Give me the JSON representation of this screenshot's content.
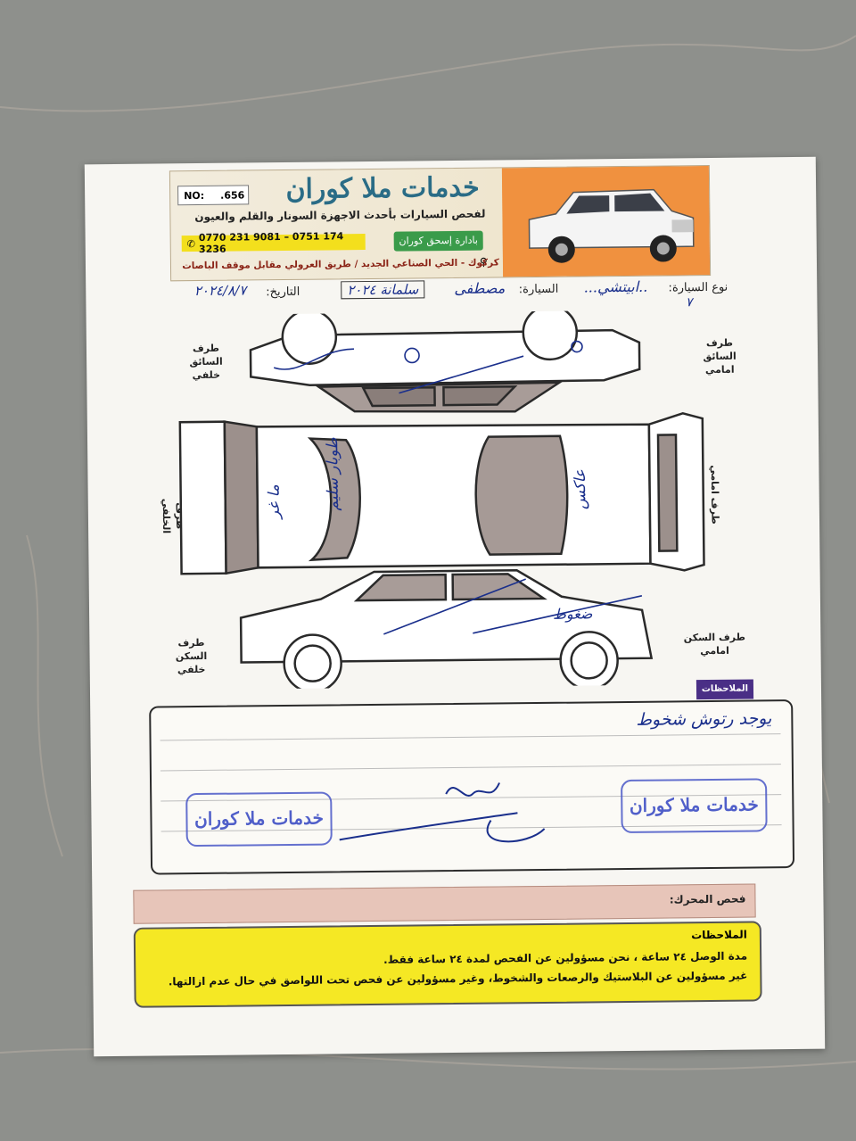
{
  "header": {
    "number_label": "NO:",
    "number_value": ".656",
    "brand": "خدمات ملا كوران",
    "tagline": "لفحص السيارات بأحدث الاجهزة السونار والقلم والعيون",
    "phones": "0770 231 9081 – 0751 174 3236",
    "management": "بادارة إسحق كوران",
    "address": "كركوك - الحي الصناعي الجديد / طريق العرولي مقابل موقف الباصات"
  },
  "form": {
    "car_type_label": "نوع السيارة:",
    "car_type_value": "..ابيتشي...",
    "owner_label": "السيارة:",
    "owner_value": "مصطفى",
    "date_label": "التاريخ:",
    "date_value": "٢٠٢٤/٨/٧",
    "extra_value": "سلمانة ٢٠٢٤",
    "small_mark": "٧"
  },
  "labels": {
    "driver_rear": "طرف السائق\nخلفي",
    "driver_front": "طرف السائق\nامامي",
    "rear_side": "طرف الخلفي",
    "front_side": "طرف امامي",
    "passenger_rear": "طرف السكن\nخلفي",
    "passenger_front": "طرف السكن\nامامي"
  },
  "handwriting": {
    "roof": "طوبار سليم",
    "hood": "عاكس",
    "trunk": "ما غر",
    "door": "ضغوط"
  },
  "notes": {
    "title": "الملاحظات",
    "text": "يوجد رتوش شخوط",
    "stamp_text": "خدمات ملا كوران"
  },
  "engine": {
    "label": "فحص المحرك:"
  },
  "disclaimer": {
    "title": "الملاحظات",
    "items": [
      "مدة الوصل ٢٤ ساعة ، نحن مسؤولين عن الفحص لمدة ٢٤ ساعة فقط.",
      "غير مسؤولين عن البلاستيك والرصعات والشخوط، وغير مسؤولين عن فحص تحت اللواصق في حال عدم ازالتها."
    ]
  },
  "colors": {
    "floor": "#8d8f8b",
    "paper": "#f7f6f2",
    "brand_blue": "#2a6c86",
    "phone_yellow": "#f3df1d",
    "stamp_blue": "#3344c2",
    "notes_purple": "#4a2f86",
    "engine_pink": "#e7c5b9",
    "disclaimer_yellow": "#f5e824",
    "ink_blue": "#1a2f8c"
  }
}
